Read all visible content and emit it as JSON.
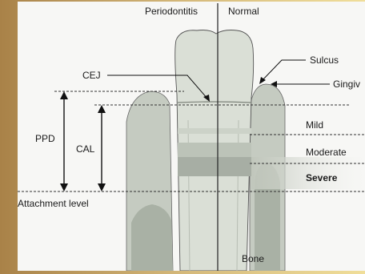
{
  "labels": {
    "periodontitis": "Periodontitis",
    "normal": "Normal",
    "cej": "CEJ",
    "sulcus": "Sulcus",
    "gingiva": "Gingiv",
    "mild": "Mild",
    "moderate": "Moderate",
    "severe": "Severe",
    "ppd": "PPD",
    "cal": "CAL",
    "attachment_level": "Attachment level",
    "bone": "Bone"
  },
  "colors": {
    "frame_left": "#c09a5c",
    "frame_right": "#e2cf8a",
    "canvas": "#f7f7f5",
    "gum": "#c5cbc1",
    "bone": "#a9b1a5",
    "tooth": "#dadfd6",
    "severe_band": "#a7aea4"
  }
}
